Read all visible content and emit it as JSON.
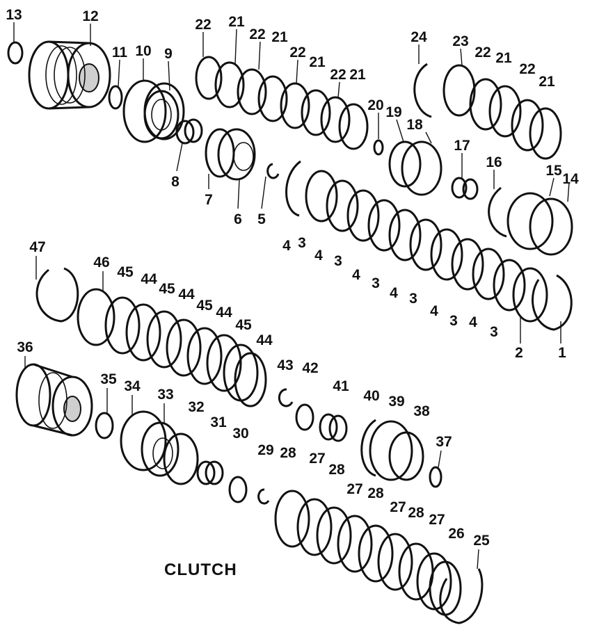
{
  "caption": "CLUTCH",
  "labels": [
    "1",
    "2",
    "3",
    "4",
    "5",
    "6",
    "7",
    "8",
    "9",
    "10",
    "11",
    "12",
    "13",
    "14",
    "15",
    "16",
    "17",
    "18",
    "19",
    "20",
    "21",
    "22",
    "23",
    "24",
    "25",
    "26",
    "27",
    "28",
    "29",
    "30",
    "31",
    "32",
    "33",
    "34",
    "35",
    "36",
    "37",
    "38",
    "39",
    "40",
    "41",
    "42",
    "43",
    "44",
    "45",
    "46",
    "47"
  ]
}
